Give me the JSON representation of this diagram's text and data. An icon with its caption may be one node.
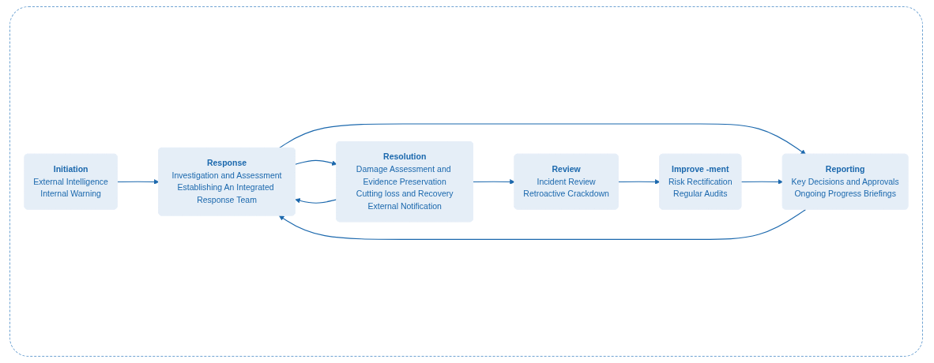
{
  "diagram": {
    "nodes": [
      {
        "text": [
          "Initiation",
          "External Intelligence",
          "Internal Warning"
        ]
      },
      {
        "text": [
          "Reporting",
          "Key Decisions and Approvals",
          "Ongoing Progress Briefings"
        ]
      },
      {
        "text": [
          "Response",
          "Investigation and Assessment",
          "Establishing An Integrated Response Team"
        ]
      },
      {
        "text": [
          "Resolution",
          "Damage Assessment and Evidence Preservation",
          "Cutting loss and Recovery",
          "External Notification"
        ]
      },
      {
        "text": [
          "Improve -ment",
          "Risk Rectification",
          "Regular Audits"
        ]
      },
      {
        "text": [
          "Review",
          "Incident Review",
          "Retroactive Crackdown"
        ]
      }
    ],
    "edges": [
      {
        "from": 0,
        "to": 2,
        "arrow": "to"
      },
      {
        "from": 2,
        "to": 1,
        "arrow": "to"
      },
      {
        "from": 1,
        "to": 2,
        "arrow": "to"
      },
      {
        "from": 3,
        "to": 2,
        "arrow": "to"
      },
      {
        "from": 2,
        "to": 3,
        "arrow": "to"
      },
      {
        "from": 3,
        "to": 5,
        "arrow": "to"
      },
      {
        "from": 5,
        "to": 4,
        "arrow": "to"
      },
      {
        "from": 4,
        "to": 1,
        "arrow": "to"
      }
    ]
  }
}
